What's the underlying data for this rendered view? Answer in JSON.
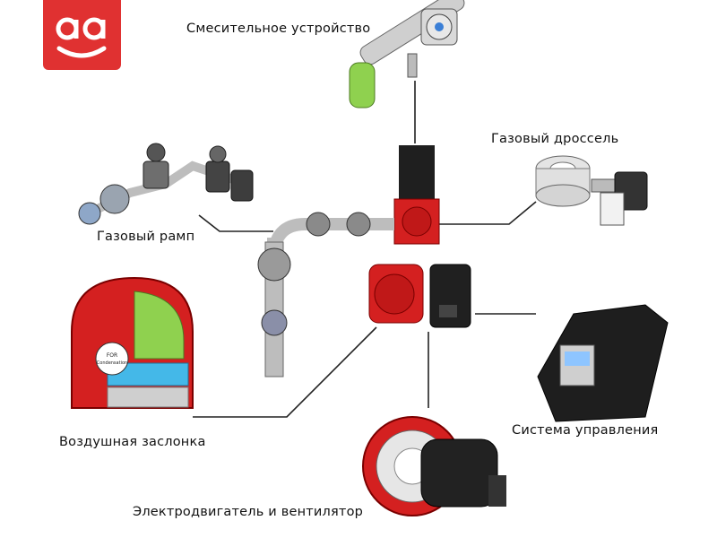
{
  "logo": {
    "text": "a a",
    "color": "#e03131"
  },
  "labels": {
    "mixing": "Смесительное устройство",
    "throttle": "Газовый дроссель",
    "ramp": "Газовый рамп",
    "control": "Система управления",
    "damper": "Воздушная заслонка",
    "motor": "Электродвигатель и вентилятор"
  },
  "badge": {
    "line1": "FOR",
    "line2": "Condensation"
  },
  "colors": {
    "burner_red": "#d42020",
    "green_part": "#8fd14f",
    "leader_line": "#222222",
    "dark_body": "#2a2a2a"
  }
}
